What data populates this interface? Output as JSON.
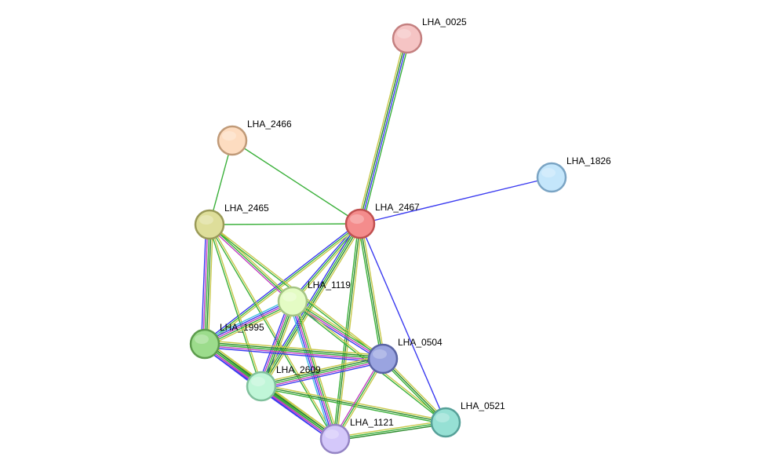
{
  "network": {
    "nodes": [
      {
        "id": "LHA_0025",
        "label": "LHA_0025",
        "fill": "#f5c4c4",
        "stroke": "#c48080"
      },
      {
        "id": "LHA_2466",
        "label": "LHA_2466",
        "fill": "#fddcc0",
        "stroke": "#c09a78"
      },
      {
        "id": "LHA_1826",
        "label": "LHA_1826",
        "fill": "#c4e6fb",
        "stroke": "#7aa4c4"
      },
      {
        "id": "LHA_2465",
        "label": "LHA_2465",
        "fill": "#dede9a",
        "stroke": "#9a9a58"
      },
      {
        "id": "LHA_2467",
        "label": "LHA_2467",
        "fill": "#f48c8c",
        "stroke": "#c05050"
      },
      {
        "id": "LHA_1119",
        "label": "LHA_1119",
        "fill": "#e4fcc4",
        "stroke": "#a4c484"
      },
      {
        "id": "LHA_1995",
        "label": "LHA_1995",
        "fill": "#9cdc8c",
        "stroke": "#5c9c4c"
      },
      {
        "id": "LHA_0504",
        "label": "LHA_0504",
        "fill": "#9aa4e0",
        "stroke": "#5a64a4"
      },
      {
        "id": "LHA_2609",
        "label": "LHA_2609",
        "fill": "#c0f6d8",
        "stroke": "#80c09c"
      },
      {
        "id": "LHA_0521",
        "label": "LHA_0521",
        "fill": "#96e0d4",
        "stroke": "#56a098"
      },
      {
        "id": "LHA_1121",
        "label": "LHA_1121",
        "fill": "#d4c8fa",
        "stroke": "#9484c4"
      }
    ],
    "edges": [
      {
        "source": "LHA_2467",
        "target": "LHA_0025",
        "colors": [
          "#c8c84a",
          "#2a8a2a",
          "#3a3af0",
          "#3ab03a"
        ]
      },
      {
        "source": "LHA_2467",
        "target": "LHA_1826",
        "colors": [
          "#3a3af0"
        ]
      },
      {
        "source": "LHA_2467",
        "target": "LHA_2466",
        "colors": [
          "#3ab03a"
        ]
      },
      {
        "source": "LHA_2466",
        "target": "LHA_2465",
        "colors": [
          "#3ab03a"
        ]
      },
      {
        "source": "LHA_2465",
        "target": "LHA_2467",
        "colors": [
          "#3ab03a"
        ]
      },
      {
        "source": "LHA_2467",
        "target": "LHA_0521",
        "colors": [
          "#3a3af0"
        ]
      },
      {
        "source": "LHA_2467",
        "target": "LHA_1119",
        "colors": [
          "#c8c84a",
          "#3ab03a",
          "#3a3af0"
        ]
      },
      {
        "source": "LHA_2467",
        "target": "LHA_1995",
        "colors": [
          "#c8c84a",
          "#3ab03a",
          "#3a3af0"
        ]
      },
      {
        "source": "LHA_2467",
        "target": "LHA_2609",
        "colors": [
          "#c8c84a",
          "#2a8a2a",
          "#3ab03a",
          "#3a3af0"
        ]
      },
      {
        "source": "LHA_2467",
        "target": "LHA_0504",
        "colors": [
          "#c8c84a",
          "#2a8a2a",
          "#3ab03a"
        ]
      },
      {
        "source": "LHA_2467",
        "target": "LHA_1121",
        "colors": [
          "#c8c84a",
          "#2a8a2a",
          "#3ab03a"
        ]
      },
      {
        "source": "LHA_2465",
        "target": "LHA_1119",
        "colors": [
          "#c8c84a",
          "#3ab03a",
          "#c040c0"
        ]
      },
      {
        "source": "LHA_2465",
        "target": "LHA_1995",
        "colors": [
          "#c8c84a",
          "#2a8a2a",
          "#3ab03a",
          "#c040c0",
          "#3a3af0"
        ]
      },
      {
        "source": "LHA_2465",
        "target": "LHA_2609",
        "colors": [
          "#c8c84a",
          "#3ab03a"
        ]
      },
      {
        "source": "LHA_2465",
        "target": "LHA_0504",
        "colors": [
          "#c8c84a",
          "#3ab03a"
        ]
      },
      {
        "source": "LHA_2465",
        "target": "LHA_1121",
        "colors": [
          "#c8c84a",
          "#3ab03a"
        ]
      },
      {
        "source": "LHA_1119",
        "target": "LHA_1995",
        "colors": [
          "#c8c84a",
          "#3ab03a",
          "#c040c0",
          "#3a3af0",
          "#40c0e0"
        ]
      },
      {
        "source": "LHA_1119",
        "target": "LHA_2609",
        "colors": [
          "#c8c84a",
          "#2a8a2a",
          "#3ab03a",
          "#c040c0",
          "#3a3af0"
        ]
      },
      {
        "source": "LHA_1119",
        "target": "LHA_0504",
        "colors": [
          "#c8c84a",
          "#3ab03a",
          "#c040c0",
          "#3a3af0"
        ]
      },
      {
        "source": "LHA_1119",
        "target": "LHA_1121",
        "colors": [
          "#c8c84a",
          "#3ab03a",
          "#c040c0",
          "#3a3af0",
          "#40c0e0"
        ]
      },
      {
        "source": "LHA_1119",
        "target": "LHA_0521",
        "colors": [
          "#c8c84a",
          "#3ab03a"
        ]
      },
      {
        "source": "LHA_1995",
        "target": "LHA_2609",
        "colors": [
          "#c8c84a",
          "#2a8a2a",
          "#3ab03a",
          "#c040c0",
          "#3a3af0"
        ]
      },
      {
        "source": "LHA_1995",
        "target": "LHA_0504",
        "colors": [
          "#c8c84a",
          "#2a8a2a",
          "#3ab03a",
          "#c040c0",
          "#3a3af0"
        ]
      },
      {
        "source": "LHA_1995",
        "target": "LHA_1121",
        "colors": [
          "#c8c84a",
          "#2a8a2a",
          "#3ab03a",
          "#c040c0",
          "#3a3af0"
        ]
      },
      {
        "source": "LHA_2609",
        "target": "LHA_0504",
        "colors": [
          "#c8c84a",
          "#2a8a2a",
          "#3ab03a",
          "#c040c0",
          "#3a3af0"
        ]
      },
      {
        "source": "LHA_2609",
        "target": "LHA_1121",
        "colors": [
          "#c8c84a",
          "#2a8a2a",
          "#3ab03a",
          "#c040c0",
          "#3a3af0"
        ]
      },
      {
        "source": "LHA_2609",
        "target": "LHA_0521",
        "colors": [
          "#c8c84a",
          "#2a8a2a",
          "#3ab03a"
        ]
      },
      {
        "source": "LHA_0504",
        "target": "LHA_1121",
        "colors": [
          "#c8c84a",
          "#3ab03a",
          "#c040c0"
        ]
      },
      {
        "source": "LHA_0504",
        "target": "LHA_0521",
        "colors": [
          "#c8c84a",
          "#2a8a2a",
          "#3ab03a"
        ]
      },
      {
        "source": "LHA_1121",
        "target": "LHA_0521",
        "colors": [
          "#c8c84a",
          "#3ab03a",
          "#2a8a2a"
        ]
      }
    ]
  }
}
